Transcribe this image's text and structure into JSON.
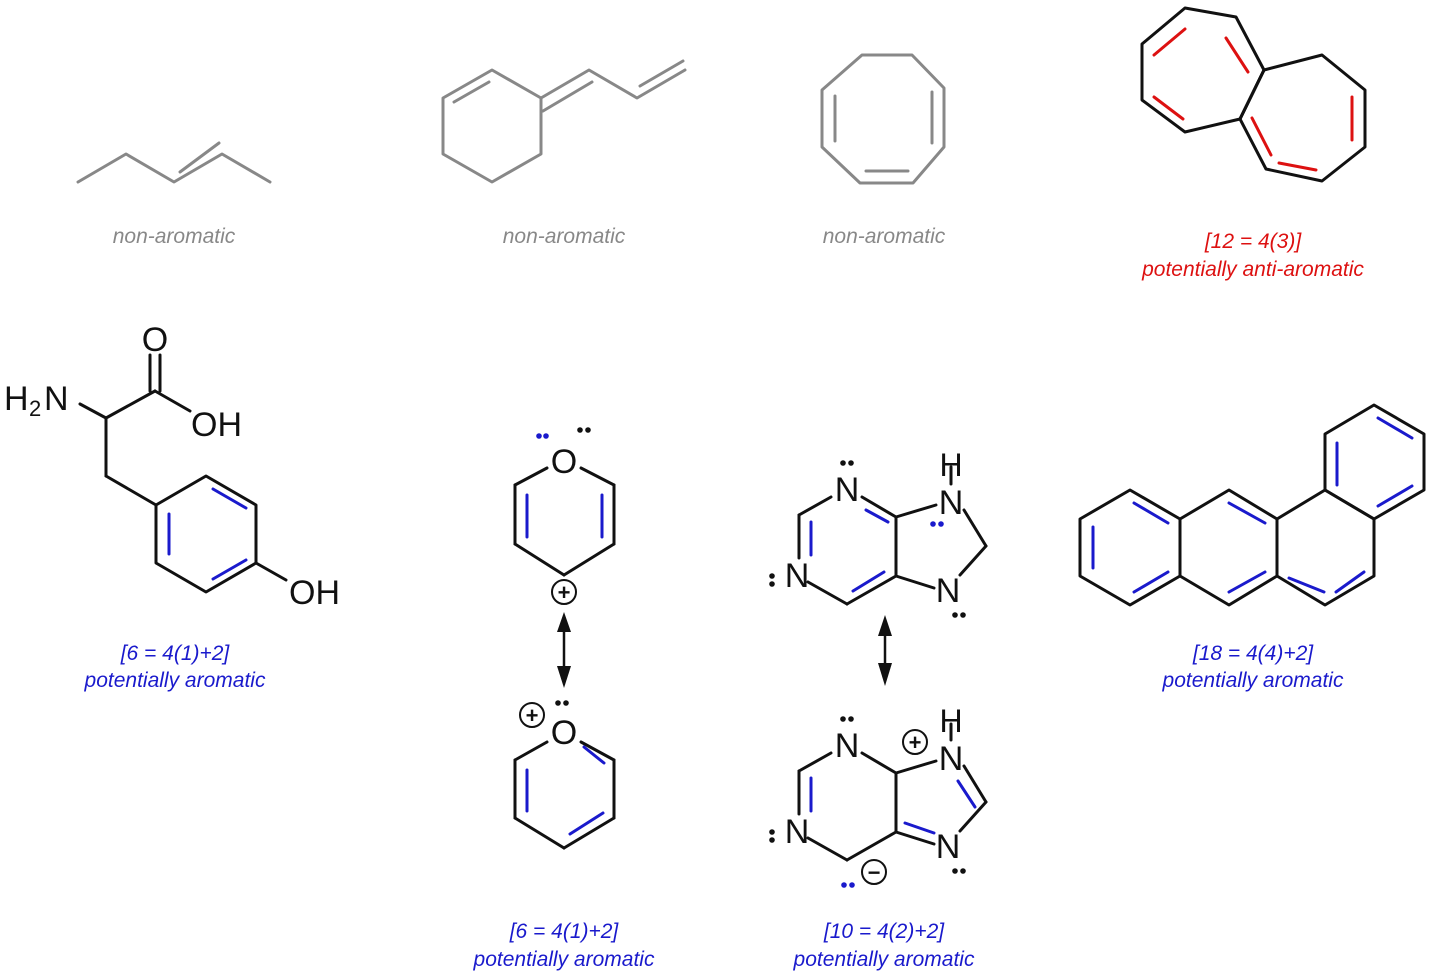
{
  "colors": {
    "non_aromatic": "#888888",
    "anti_aromatic": "#dd1111",
    "aromatic": "#1a1acc",
    "bond": "#111111",
    "background": "#ffffff"
  },
  "captions": {
    "pentene": {
      "line1": "non-aromatic"
    },
    "diene": {
      "line1": "non-aromatic"
    },
    "cycloheptatriene": {
      "line1": "non-aromatic"
    },
    "heptalene": {
      "line1": "[12 = 4(3)]",
      "line2": "potentially anti-aromatic"
    },
    "tyrosine": {
      "line1": "[6 = 4(1)+2]",
      "line2": "potentially aromatic"
    },
    "pyrylium": {
      "line1": "[6 = 4(1)+2]",
      "line2": "potentially aromatic"
    },
    "purine": {
      "line1": "[10 = 4(2)+2]",
      "line2": "potentially aromatic"
    },
    "tetraphene": {
      "line1": "[18 = 4(4)+2]",
      "line2": "potentially aromatic"
    }
  },
  "atoms": {
    "tyrosine": {
      "nh2_h": "H",
      "nh2_sub": "2",
      "nh2_n": "N",
      "carbonyl_o": "O",
      "acid_oh": "OH",
      "phenol_oh": "OH"
    },
    "pyrylium_top": {
      "o": "O",
      "charge": "+"
    },
    "pyrylium_bottom": {
      "o": "O",
      "charge": "+"
    },
    "purine_top": {
      "n1": "N",
      "n3": "N",
      "n7": "N",
      "n9": "N",
      "h9": "H"
    },
    "purine_bottom": {
      "n1": "N",
      "n3": "N",
      "n7": "N",
      "n9": "N",
      "h9": "H",
      "plus": "+",
      "minus": "−"
    }
  }
}
